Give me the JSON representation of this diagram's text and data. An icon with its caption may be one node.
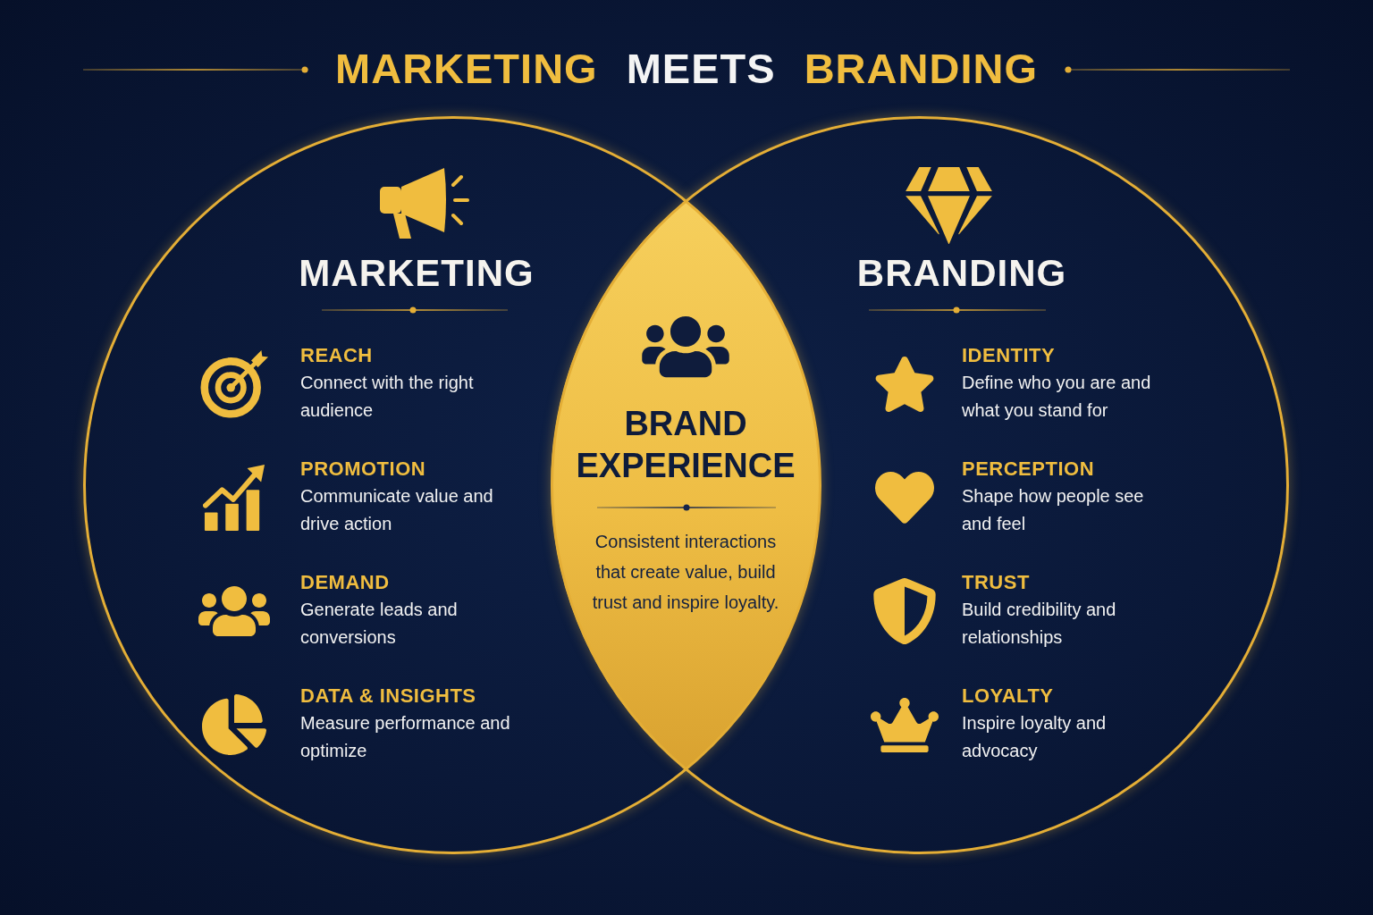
{
  "diagram": {
    "title": "MARKETING MEETS BRANDING",
    "nodes": [
      {
        "text": [
          "MARKETING"
        ]
      },
      {
        "text": [
          "REACH",
          "Connect with the right audience"
        ],
        "in": 0
      },
      {
        "text": [
          "PROMOTION",
          "Communicate value and drive action"
        ],
        "in": 0
      },
      {
        "text": [
          "DEMAND",
          "Generate leads and conversions"
        ],
        "in": 0
      },
      {
        "text": [
          "DATA & INSIGHTS",
          "Measure performance and optimize"
        ],
        "in": 0
      },
      {
        "text": [
          "BRAND EXPERIENCE",
          "Consistent interactions that create value, build trust and inspire loyalty."
        ]
      },
      {
        "text": [
          "BRANDING"
        ]
      },
      {
        "text": [
          "IDENTITY",
          "Define who you are and what you stand for"
        ],
        "in": 6
      },
      {
        "text": [
          "PERCEPTION",
          "Shape how people see and feel"
        ],
        "in": 6
      },
      {
        "text": [
          "TRUST",
          "Build credibility and relationships"
        ],
        "in": 6
      },
      {
        "text": [
          "LOYALTY",
          "Inspire loyalty and advocacy"
        ],
        "in": 6
      }
    ]
  }
}
